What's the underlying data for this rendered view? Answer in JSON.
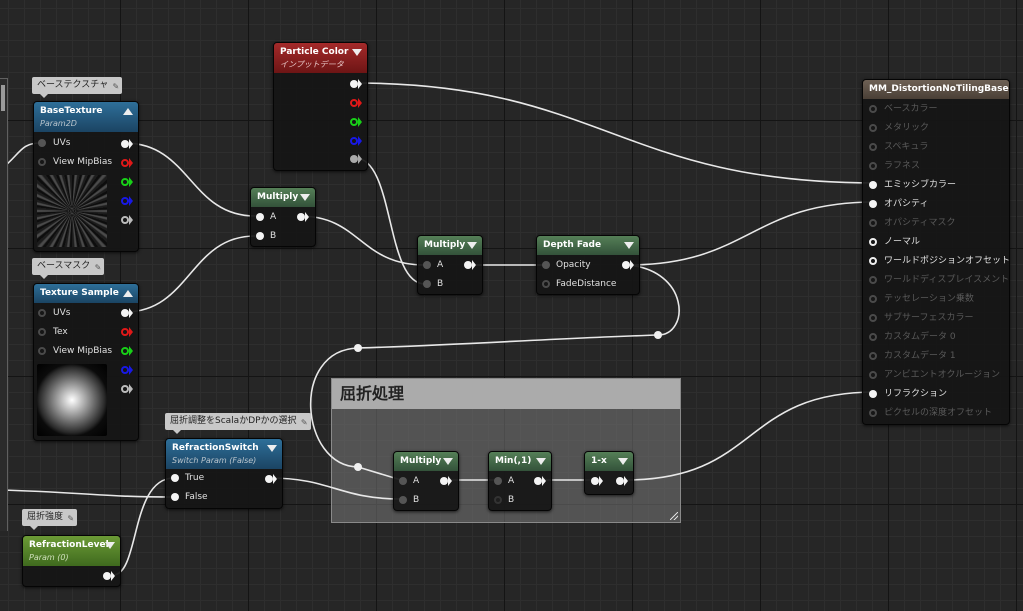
{
  "canvas": {
    "name": "material-graph-editor"
  },
  "comment_box": {
    "title": "屈折処理"
  },
  "comment_bubbles": {
    "base_texture": "ベーステクスチャ",
    "base_mask": "ベースマスク",
    "refraction_switch": "屈折調整をScalaかDPかの選択",
    "refraction_level": "屈折強度"
  },
  "nodes": {
    "base_texture": {
      "title": "BaseTexture",
      "subtitle": "Param2D",
      "inputs": [
        "UVs",
        "View MipBias"
      ]
    },
    "texture_sample": {
      "title": "Texture Sample",
      "inputs": [
        "UVs",
        "Tex",
        "View MipBias"
      ]
    },
    "particle_color": {
      "title": "Particle Color",
      "subtitle": "インプットデータ"
    },
    "multiply_1": {
      "title": "Multiply",
      "inputs": [
        "A",
        "B"
      ]
    },
    "multiply_2": {
      "title": "Multiply",
      "inputs": [
        "A",
        "B"
      ]
    },
    "depth_fade": {
      "title": "Depth Fade",
      "inputs": [
        "Opacity",
        "FadeDistance"
      ]
    },
    "refraction_switch": {
      "title": "RefractionSwitch",
      "subtitle": "Switch Param (False)",
      "inputs": [
        "True",
        "False"
      ]
    },
    "refraction_level": {
      "title": "RefractionLevel",
      "subtitle": "Param (0)"
    },
    "multiply_3": {
      "title": "Multiply",
      "inputs": [
        "A",
        "B"
      ]
    },
    "min": {
      "title": "Min(,1)",
      "inputs": [
        "A",
        "B"
      ]
    },
    "one_minus": {
      "title": "1-x"
    },
    "material": {
      "title": "MM_DistortionNoTilingBase",
      "inputs": [
        {
          "label": "ベースカラー",
          "active": false
        },
        {
          "label": "メタリック",
          "active": false
        },
        {
          "label": "スペキュラ",
          "active": false
        },
        {
          "label": "ラフネス",
          "active": false
        },
        {
          "label": "エミッシブカラー",
          "active": true
        },
        {
          "label": "オパシティ",
          "active": true
        },
        {
          "label": "オパシティマスク",
          "active": false
        },
        {
          "label": "ノーマル",
          "active": true
        },
        {
          "label": "ワールドポジションオフセット",
          "active": true
        },
        {
          "label": "ワールドディスプレイスメント",
          "active": false
        },
        {
          "label": "テッセレーション乗数",
          "active": false
        },
        {
          "label": "サブサーフェスカラー",
          "active": false
        },
        {
          "label": "カスタムデータ 0",
          "active": false
        },
        {
          "label": "カスタムデータ 1",
          "active": false
        },
        {
          "label": "アンビエントオクルージョン",
          "active": false
        },
        {
          "label": "リフラクション",
          "active": true
        },
        {
          "label": "ピクセルの深度オフセット",
          "active": false
        }
      ]
    }
  },
  "colors": {
    "param_header": "#2e6f99",
    "math_header": "#557f57",
    "particle_header": "#a52a2a",
    "scalar_param_header": "#6c9b36",
    "material_header": "#6e6155",
    "wire": "#e8e8e8"
  }
}
